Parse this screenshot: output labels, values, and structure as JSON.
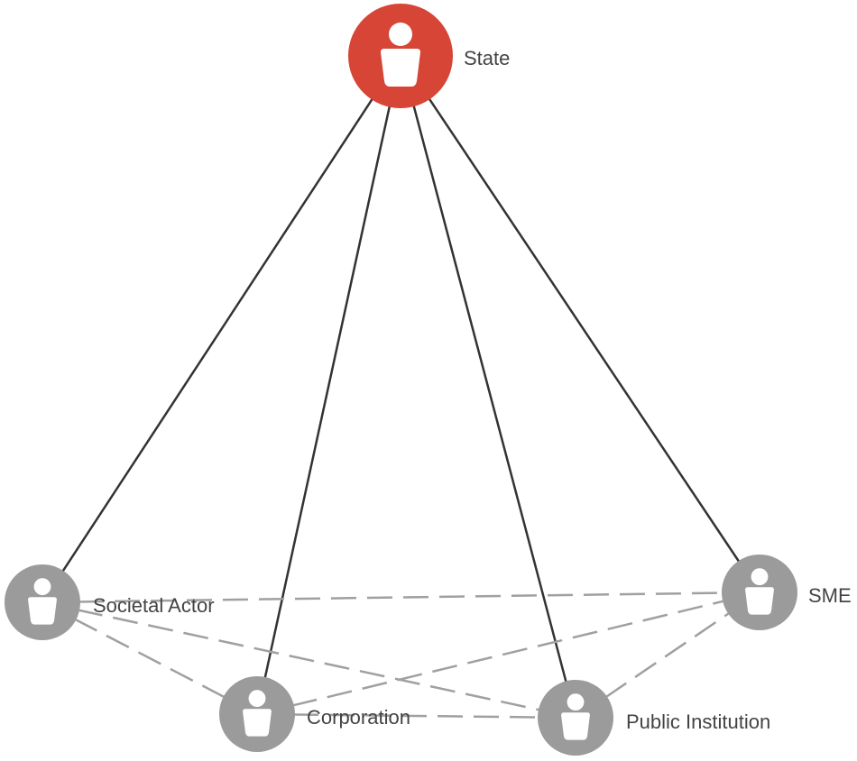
{
  "colors": {
    "central_node": "#d64535",
    "peripheral_node": "#9b9b9b",
    "solid_edge": "#333333",
    "dashed_edge": "#a0a0a0",
    "label_text": "#444444",
    "icon": "#ffffff"
  },
  "nodes": [
    {
      "id": "state",
      "label": "State",
      "role": "central",
      "icon": "person-icon"
    },
    {
      "id": "societal-actor",
      "label": "Societal Actor",
      "role": "peripheral",
      "icon": "person-icon"
    },
    {
      "id": "corporation",
      "label": "Corporation",
      "role": "peripheral",
      "icon": "person-icon"
    },
    {
      "id": "public-institution",
      "label": "Public Institution",
      "role": "peripheral",
      "icon": "person-icon"
    },
    {
      "id": "sme",
      "label": "SME",
      "role": "peripheral",
      "icon": "person-icon"
    }
  ],
  "edges": [
    {
      "from": "state",
      "to": "societal-actor",
      "style": "solid"
    },
    {
      "from": "state",
      "to": "corporation",
      "style": "solid"
    },
    {
      "from": "state",
      "to": "public-institution",
      "style": "solid"
    },
    {
      "from": "state",
      "to": "sme",
      "style": "solid"
    },
    {
      "from": "societal-actor",
      "to": "sme",
      "style": "dashed"
    },
    {
      "from": "societal-actor",
      "to": "corporation",
      "style": "dashed"
    },
    {
      "from": "societal-actor",
      "to": "public-institution",
      "style": "dashed"
    },
    {
      "from": "corporation",
      "to": "sme",
      "style": "dashed"
    },
    {
      "from": "corporation",
      "to": "public-institution",
      "style": "dashed"
    },
    {
      "from": "public-institution",
      "to": "sme",
      "style": "dashed"
    }
  ]
}
